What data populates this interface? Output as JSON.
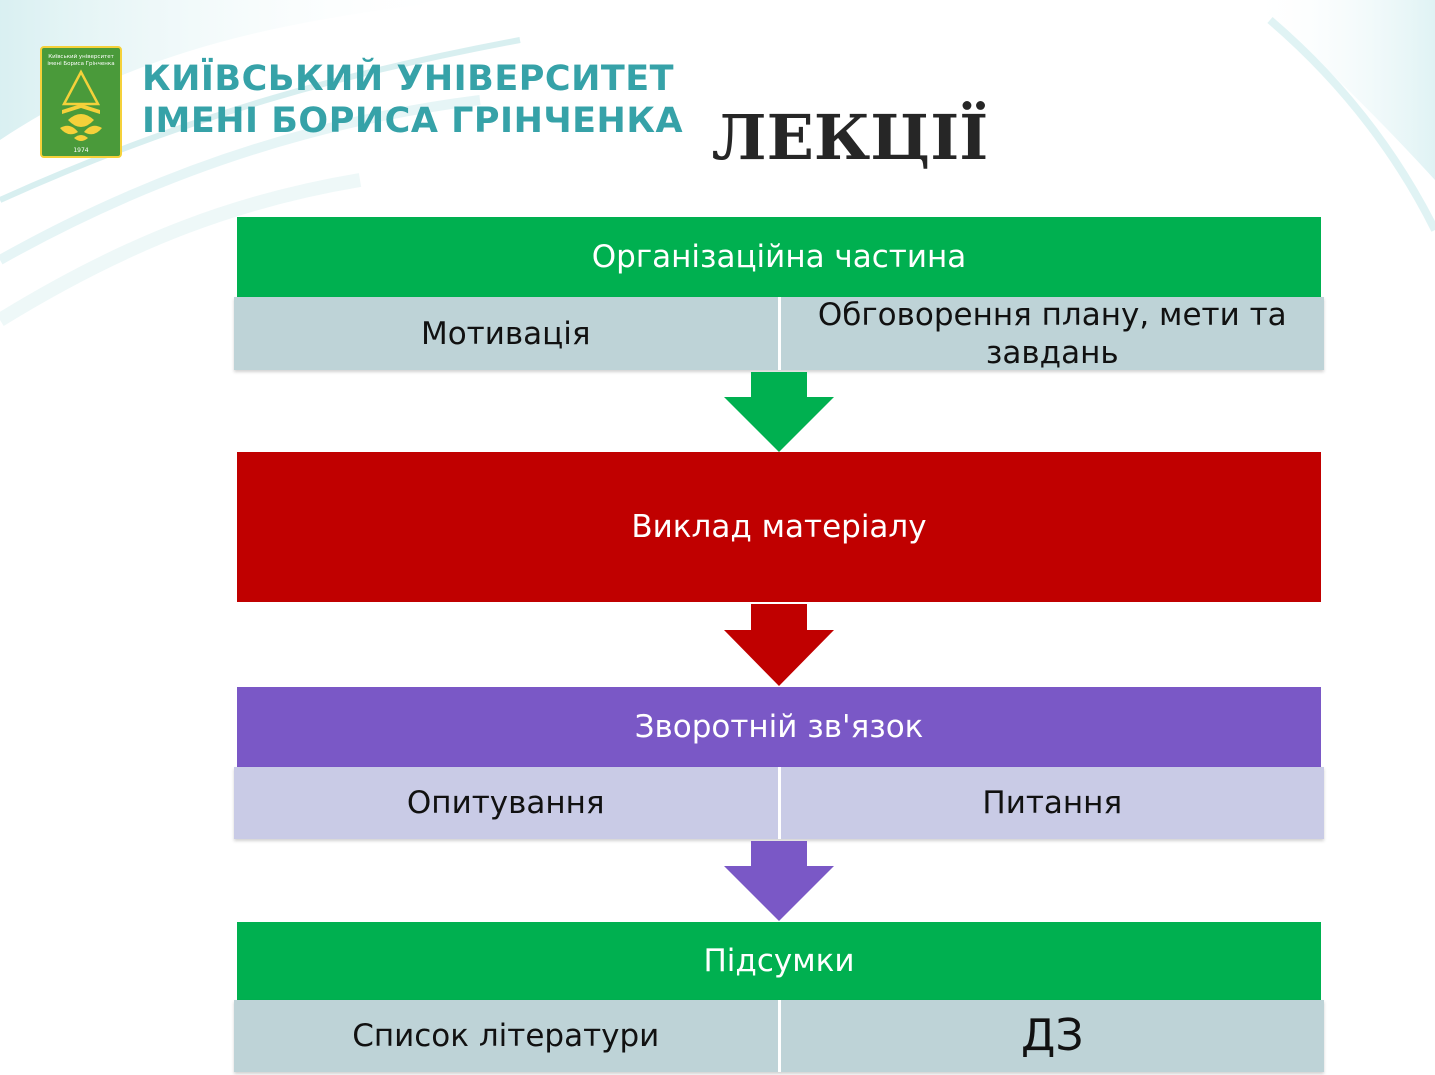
{
  "header": {
    "university_line1": "КИЇВСЬКИЙ УНІВЕРСИТЕТ",
    "university_line2": "ІМЕНІ БОРИСА ГРІНЧЕНКА",
    "logo_text_line1": "Київський університет",
    "logo_text_line2": "імені Бориса Грінченка",
    "logo_year": "1974",
    "title": "ЛЕКЦІЇ"
  },
  "flow": {
    "stage1": {
      "label": "Організаційна частина",
      "items": [
        "Мотивація",
        "Обговорення плану, мети та завдань"
      ]
    },
    "stage2": {
      "label": "Виклад матеріалу"
    },
    "stage3": {
      "label": "Зворотній зв'язок",
      "items": [
        "Опитування",
        "Питання"
      ]
    },
    "stage4": {
      "label": "Підсумки",
      "items": [
        "Список літератури",
        "ДЗ"
      ]
    }
  },
  "colors": {
    "green": "#00b050",
    "red": "#c00000",
    "purple": "#7a58c6",
    "cell_blue_gray": "#bed3d7",
    "cell_lavender": "#c9cbe6",
    "university_teal": "#36a2a8",
    "logo_green": "#4a9a3a",
    "logo_yellow": "#f5d13a"
  }
}
